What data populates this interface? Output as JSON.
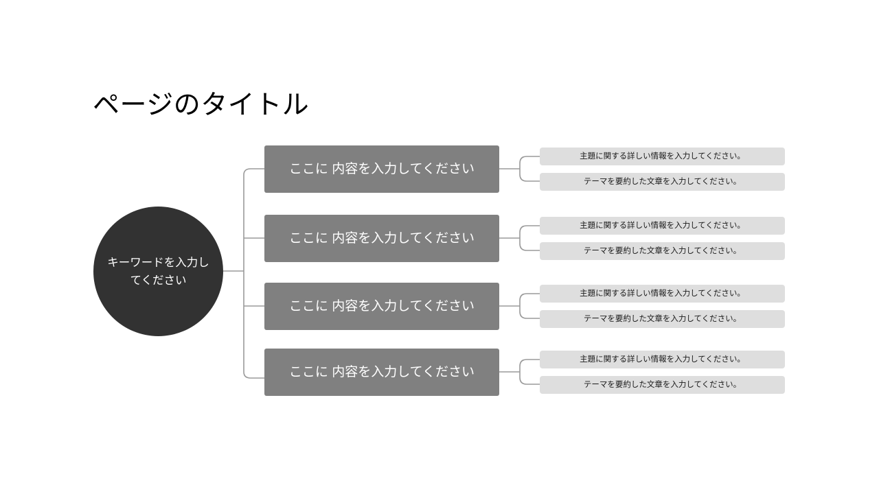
{
  "slide": {
    "background_color": "#ffffff",
    "title": "ページのタイトル"
  },
  "colors": {
    "root_circle": "#323232",
    "main_box": "#808080",
    "detail_bar": "#dedede",
    "connector_line": "#9a9a9a",
    "title_text": "#000000",
    "box_text": "#ffffff",
    "bar_text": "#1a1a1a"
  },
  "root": {
    "label": "キーワードを入力してください",
    "shape": "circle"
  },
  "branches": [
    {
      "label": "ここに 内容を入力してください",
      "details": [
        "主題に関する詳しい情報を入力してください。",
        "テーマを要約した文章を入力してください。"
      ]
    },
    {
      "label": "ここに 内容を入力してください",
      "details": [
        "主題に関する詳しい情報を入力してください。",
        "テーマを要約した文章を入力してください。"
      ]
    },
    {
      "label": "ここに 内容を入力してください",
      "details": [
        "主題に関する詳しい情報を入力してください。",
        "テーマを要約した文章を入力してください。"
      ]
    },
    {
      "label": "ここに 内容を入力してください",
      "details": [
        "主題に関する詳しい情報を入力してください。",
        "テーマを要約した文章を入力してください。"
      ]
    }
  ]
}
